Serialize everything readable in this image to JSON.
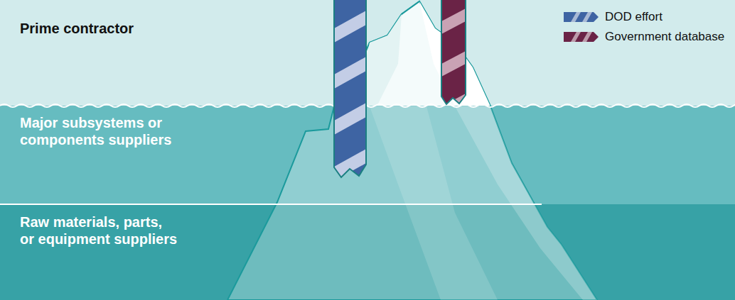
{
  "diagram": {
    "nodes": [
      {
        "text": [
          "Prime contractor"
        ]
      },
      {
        "text": [
          "Major subsystems or components suppliers"
        ]
      },
      {
        "text": [
          "Raw materials, parts, or equipment suppliers"
        ]
      }
    ],
    "legend": [
      {
        "text": "DOD effort",
        "color": "#3e64a3"
      },
      {
        "text": "Government database",
        "color": "#6a2346"
      }
    ]
  }
}
